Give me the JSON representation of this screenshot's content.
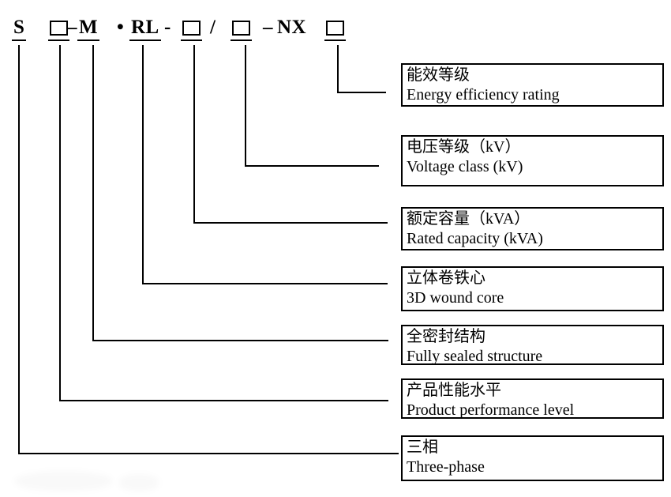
{
  "model_code": {
    "description": "transformer-model-designation-code",
    "tokens": [
      {
        "type": "char",
        "text": "S",
        "underlined": true
      },
      {
        "type": "box",
        "symbol": "square-placeholder",
        "underlined": true
      },
      {
        "type": "char",
        "text": "–",
        "underlined": false
      },
      {
        "type": "char",
        "text": "M",
        "underlined": true
      },
      {
        "type": "char",
        "text": "•",
        "underlined": false
      },
      {
        "type": "char",
        "text": "RL",
        "underlined": true
      },
      {
        "type": "char",
        "text": "-",
        "underlined": false
      },
      {
        "type": "box",
        "symbol": "square-placeholder",
        "underlined": true
      },
      {
        "type": "char",
        "text": "/",
        "underlined": false
      },
      {
        "type": "box",
        "symbol": "square-placeholder",
        "underlined": true
      },
      {
        "type": "char",
        "text": "–",
        "underlined": false
      },
      {
        "type": "char",
        "text": "NX",
        "underlined": false
      },
      {
        "type": "box",
        "symbol": "square-placeholder",
        "underlined": true
      }
    ]
  },
  "legend": [
    {
      "zh": "能效等级",
      "en": "Energy efficiency rating"
    },
    {
      "zh": "电压等级（kV）",
      "en": "Voltage class (kV)"
    },
    {
      "zh": "额定容量（kVA）",
      "en": "Rated capacity (kVA)"
    },
    {
      "zh": "立体卷铁心",
      "en": "3D wound core"
    },
    {
      "zh": "全密封结构",
      "en": "Fully sealed structure"
    },
    {
      "zh": "产品性能水平",
      "en": "Product performance level"
    },
    {
      "zh": "三相",
      "en": "Three-phase"
    }
  ],
  "colors": {
    "line": "#000000",
    "text": "#000000",
    "background": "#ffffff"
  }
}
